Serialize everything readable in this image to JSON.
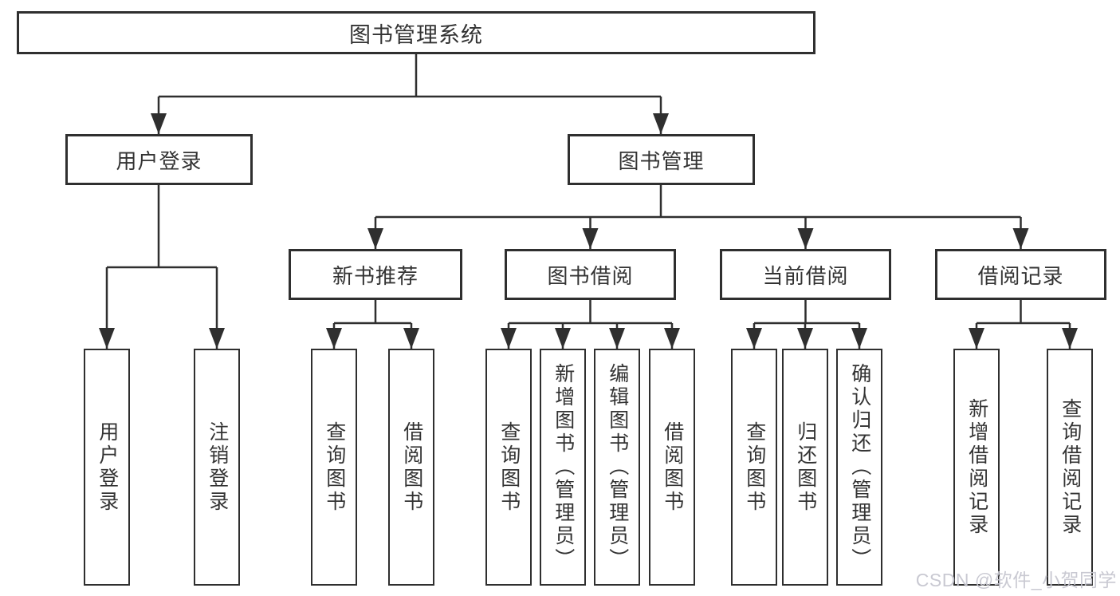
{
  "diagram": {
    "type": "hierarchy-tree",
    "colors": {
      "line": "#2f2f2f",
      "text": "#333333",
      "background": "#ffffff",
      "watermark": "#c6c6d0"
    },
    "nodes": {
      "root": {
        "label": "图书管理系统"
      },
      "level2": [
        {
          "label": "用户登录"
        },
        {
          "label": "图书管理"
        }
      ],
      "level3": [
        {
          "label": "新书推荐"
        },
        {
          "label": "图书借阅"
        },
        {
          "label": "当前借阅"
        },
        {
          "label": "借阅记录"
        }
      ],
      "leaves": {
        "user_login": [
          "用户登录",
          "注销登录"
        ],
        "new_books": [
          "查询图书",
          "借阅图书"
        ],
        "book_borrow": [
          "查询图书",
          "新增图书（管理员）",
          "编辑图书（管理员）",
          "借阅图书"
        ],
        "current_borrow": [
          "查询图书",
          "归还图书",
          "确认归还（管理员）"
        ],
        "borrow_records": [
          "新增借阅记录",
          "查询借阅记录"
        ]
      }
    },
    "watermark": "CSDN @软件_小贺同学"
  }
}
